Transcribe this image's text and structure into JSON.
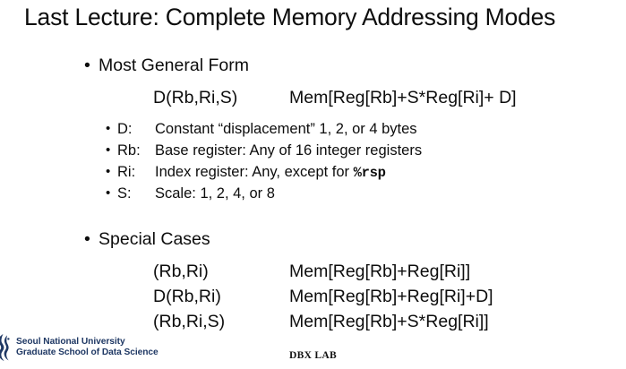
{
  "slide": {
    "title": "Last Lecture: Complete Memory Addressing Modes",
    "sections": [
      {
        "heading": "Most General Form",
        "bullet_glyph": "•",
        "formula": {
          "pattern": "D(Rb,Ri,S)",
          "meaning": "Mem[Reg[Rb]+S*Reg[Ri]+ D]"
        },
        "definitions": [
          {
            "bullet_glyph": "•",
            "term": "D:",
            "desc": "Constant “displacement” 1, 2, or 4 bytes",
            "mono": ""
          },
          {
            "bullet_glyph": "•",
            "term": "Rb:",
            "desc": "Base register: Any of 16 integer registers",
            "mono": ""
          },
          {
            "bullet_glyph": "•",
            "term": "Ri:",
            "desc": "Index register: Any, except for ",
            "mono": "%rsp"
          },
          {
            "bullet_glyph": "•",
            "term": "S:",
            "desc": "Scale: 1, 2, 4, or 8",
            "mono": ""
          }
        ]
      },
      {
        "heading": "Special Cases",
        "bullet_glyph": "•",
        "cases": [
          {
            "pattern": "(Rb,Ri)",
            "meaning": "Mem[Reg[Rb]+Reg[Ri]]"
          },
          {
            "pattern": "D(Rb,Ri)",
            "meaning": "Mem[Reg[Rb]+Reg[Ri]+D]"
          },
          {
            "pattern": "(Rb,Ri,S)",
            "meaning": "Mem[Reg[Rb]+S*Reg[Ri]]"
          }
        ]
      }
    ]
  },
  "footer": {
    "logo": {
      "line1": "Seoul National University",
      "line2": "Graduate School of Data Science",
      "color": "#1f3864"
    },
    "lab": "DBX LAB"
  }
}
